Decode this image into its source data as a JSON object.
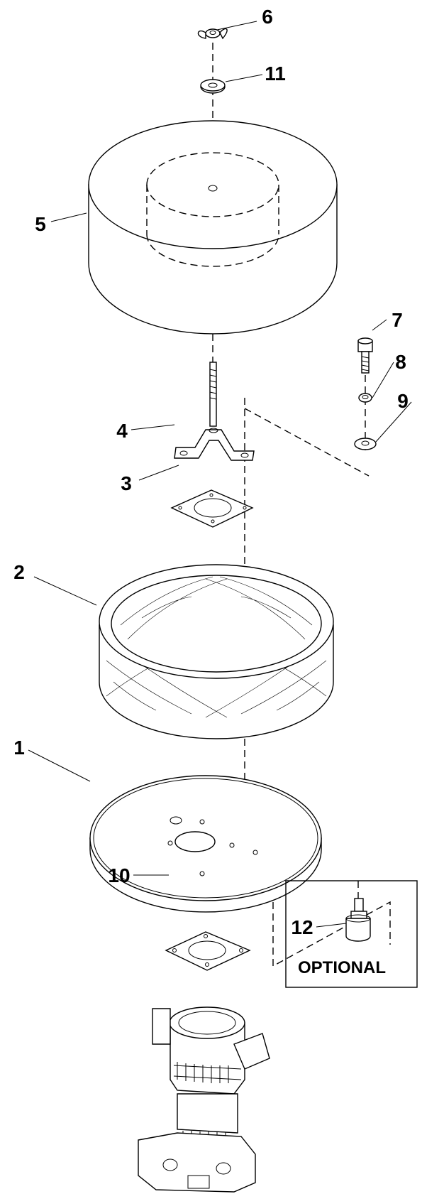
{
  "callouts": [
    {
      "id": "6",
      "text": "6"
    },
    {
      "id": "11",
      "text": "11"
    },
    {
      "id": "5",
      "text": "5"
    },
    {
      "id": "7",
      "text": "7"
    },
    {
      "id": "8",
      "text": "8"
    },
    {
      "id": "9",
      "text": "9"
    },
    {
      "id": "4",
      "text": "4"
    },
    {
      "id": "3",
      "text": "3"
    },
    {
      "id": "2",
      "text": "2"
    },
    {
      "id": "1",
      "text": "1"
    },
    {
      "id": "10",
      "text": "10"
    },
    {
      "id": "12",
      "text": "12"
    }
  ],
  "optional_box": {
    "label": "OPTIONAL"
  }
}
